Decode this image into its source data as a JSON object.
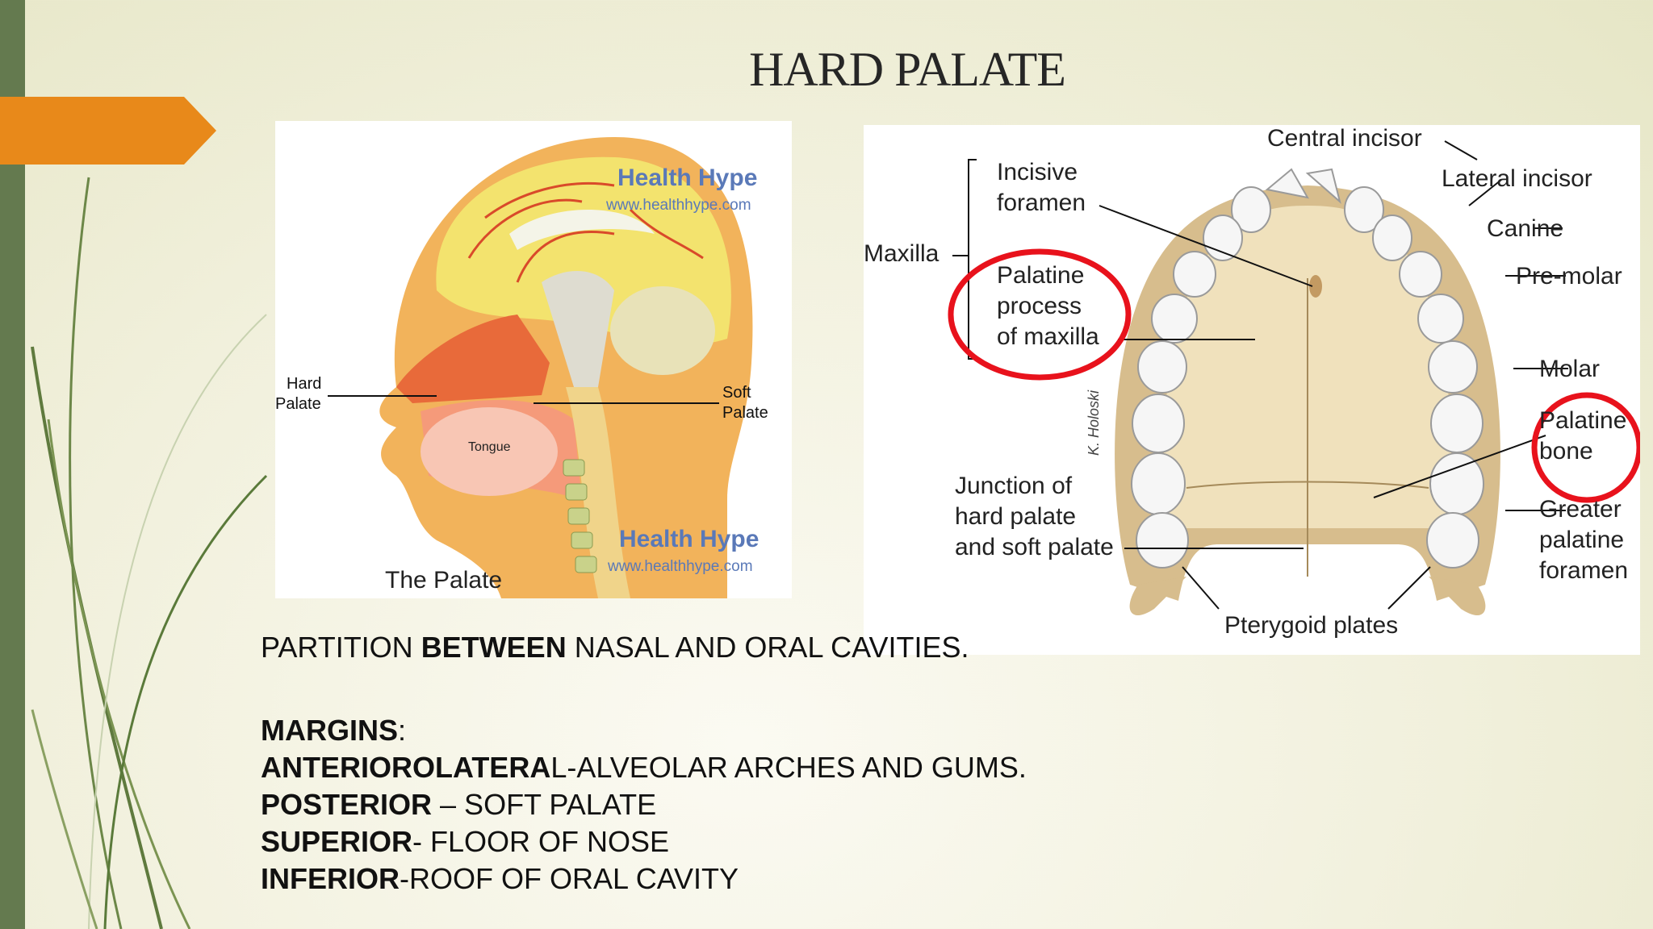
{
  "slide": {
    "title": "HARD PALATE"
  },
  "figure_head": {
    "watermark_1_name": "Health Hype",
    "watermark_1_url": "www.healthhype.com",
    "watermark_2_name": "Health Hype",
    "watermark_2_url": "www.healthhype.com",
    "label_hard_1": "Hard",
    "label_hard_2": "Palate",
    "label_soft_1": "Soft",
    "label_soft_2": "Palate",
    "label_tongue": "Tongue",
    "caption": "The Palate"
  },
  "figure_palate": {
    "central_incisor": "Central incisor",
    "lateral_incisor": "Lateral incisor",
    "canine": "Canine",
    "pre_molar": "Pre-molar",
    "molar": "Molar",
    "palatine_bone_1": "Palatine",
    "palatine_bone_2": "bone",
    "greater_1": "Greater",
    "greater_2": "palatine",
    "greater_3": "foramen",
    "pterygoid": "Pterygoid plates",
    "junction_1": "Junction of",
    "junction_2": "hard palate",
    "junction_3": "and soft palate",
    "maxilla": "Maxilla",
    "incisive_1": "Incisive",
    "incisive_2": "foramen",
    "palatine_process_1": "Palatine",
    "palatine_process_2": "process",
    "palatine_process_3": "of maxilla",
    "artist": "K. Holoski"
  },
  "text": {
    "line1_a": "PARTITION ",
    "line1_b": "BETWEEN",
    "line1_c": " NASAL AND ORAL CAVITIES.",
    "margins_label": "MARGINS",
    "margins_colon": ":",
    "ant_b": "ANTERIOROLATERA",
    "ant_t": "L-ALVEOLAR ARCHES AND GUMS.",
    "post_b": "POSTERIOR",
    "post_t": " – SOFT PALATE",
    "sup_b": "SUPERIOR",
    "sup_t": "- FLOOR OF NOSE",
    "inf_b": "INFERIOR",
    "inf_t": "-ROOF OF ORAL CAVITY"
  },
  "colors": {
    "left_bar": "#647a4f",
    "accent_arrow": "#e8891a",
    "highlight_circle": "#e8121c"
  }
}
